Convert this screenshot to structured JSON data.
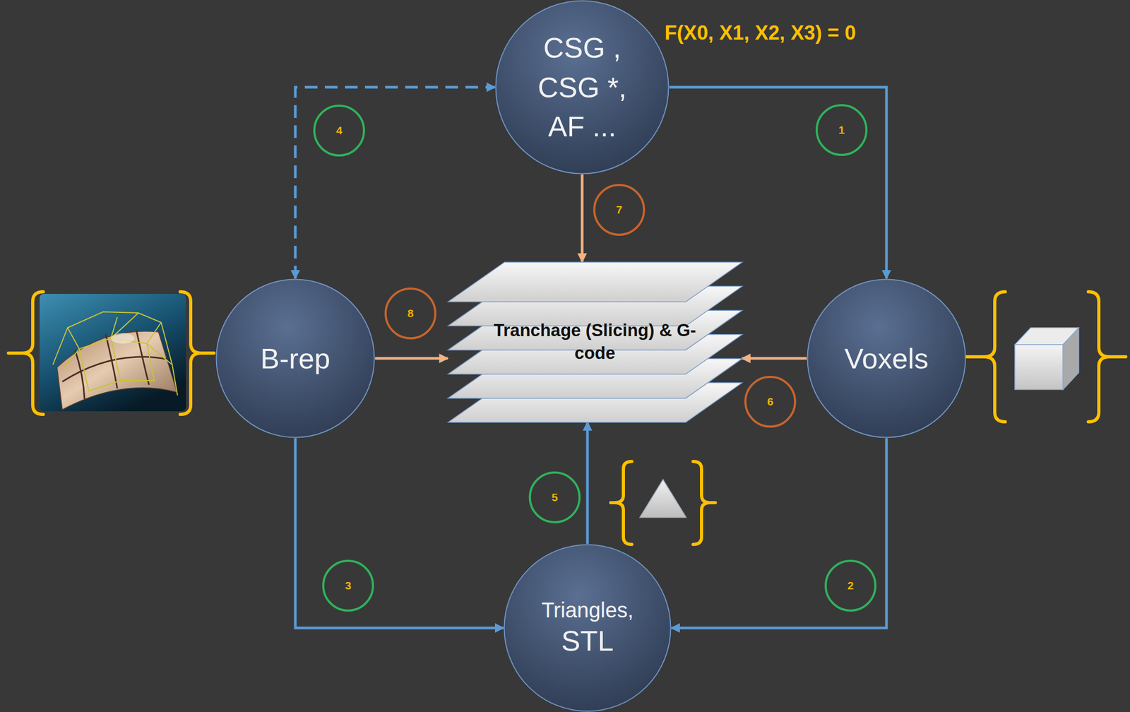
{
  "diagram": {
    "nodes": [
      {
        "text": [
          "CSG , CSG *, AF ..."
        ]
      },
      {
        "text": [
          "B-rep"
        ]
      },
      {
        "text": [
          "Tranchage (Slicing) & G-code"
        ]
      },
      {
        "text": [
          "Voxels"
        ]
      },
      {
        "text": [
          "Triangles,",
          "STL"
        ]
      }
    ],
    "edges": [
      {
        "from": 0,
        "to": 3,
        "arrow": "to"
      },
      {
        "from": 3,
        "to": 4,
        "arrow": "to"
      },
      {
        "from": 1,
        "to": 4,
        "arrow": "to"
      },
      {
        "from": 1,
        "to": 0,
        "arrow": "both"
      },
      {
        "from": 4,
        "to": 2,
        "arrow": "to"
      },
      {
        "from": 3,
        "to": 2,
        "arrow": "to"
      },
      {
        "from": 0,
        "to": 2,
        "arrow": "to"
      },
      {
        "from": 1,
        "to": 2,
        "arrow": "to"
      }
    ],
    "labels": [
      "F(X0, X1, X2, X3) = 0",
      "4",
      "1",
      "7",
      "8",
      "6",
      "5",
      "3",
      "2"
    ]
  }
}
